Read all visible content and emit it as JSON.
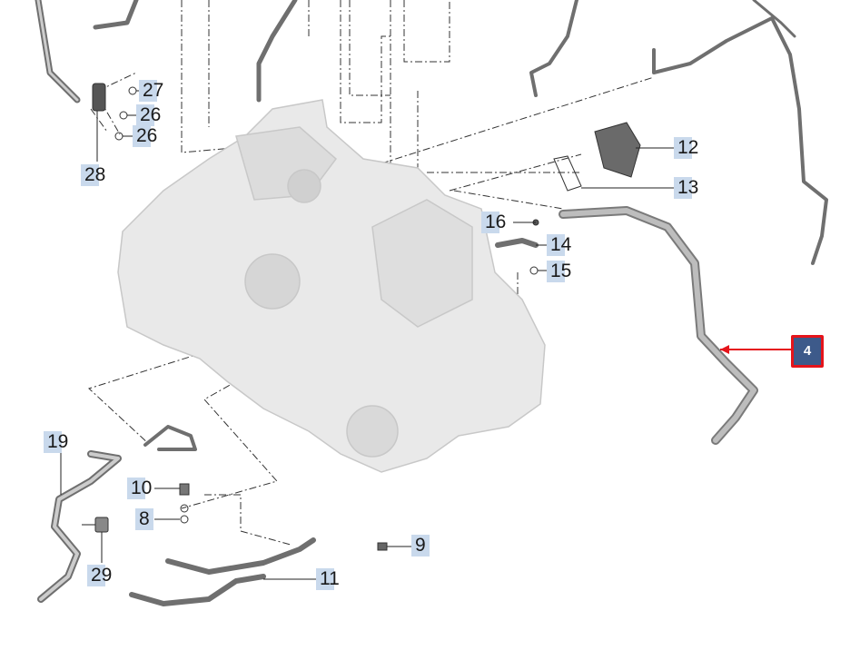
{
  "labels": [
    "27",
    "26",
    "26",
    "28",
    "12",
    "13",
    "16",
    "14",
    "15",
    "19",
    "10",
    "8",
    "29",
    "9",
    "11"
  ],
  "callout": {
    "label": "4",
    "color": "#e5141b",
    "fill": "#3d5a8a"
  }
}
